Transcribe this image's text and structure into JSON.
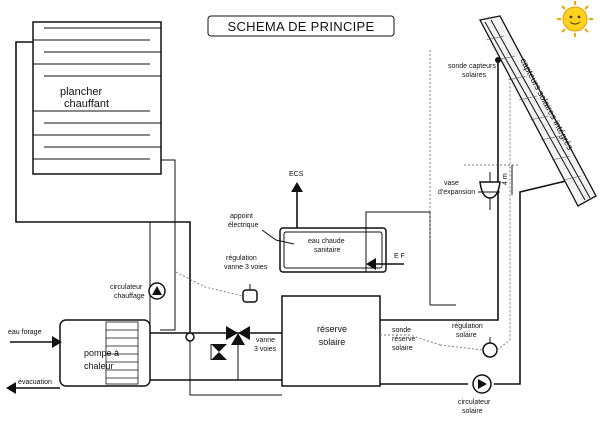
{
  "title": "SCHEMA DE PRINCIPE",
  "labels": {
    "plancher_1": "plancher",
    "plancher_2": "chauffant",
    "ecs": "ECS",
    "appoint_1": "appoint",
    "appoint_2": "électrique",
    "eau_chaude_1": "eau chaude",
    "eau_chaude_2": "sanitaire",
    "ef": "E F",
    "regulation_vanne_1": "régulation",
    "regulation_vanne_2": "vanne 3 voies",
    "circulateur_chauffage_1": "circulateur",
    "circulateur_chauffage_2": "chauffage",
    "eau_forage": "eau forage",
    "pompe_1": "pompe à",
    "pompe_2": "chaleur",
    "evacuation": "évacuation",
    "vanne_1": "vanne",
    "vanne_2": "3 voies",
    "reserve_1": "réserve",
    "reserve_2": "solaire",
    "sonde_reserve_1": "sonde",
    "sonde_reserve_2": "réserve",
    "sonde_reserve_3": "solaire",
    "regulation_solaire_1": "régulation",
    "regulation_solaire_2": "solaire",
    "circulateur_solaire_1": "circulateur",
    "circulateur_solaire_2": "solaire",
    "sonde_capteurs_1": "sonde capteurs",
    "sonde_capteurs_2": "solaires",
    "capteurs": "capteurs solaires intégrés",
    "vase_1": "vase",
    "vase_2": "d'expansion",
    "height_mark": "4 m"
  },
  "icons": [
    "sun-logo-icon",
    "pump-icon",
    "valve-icon",
    "probe-icon",
    "arrow-icon"
  ]
}
